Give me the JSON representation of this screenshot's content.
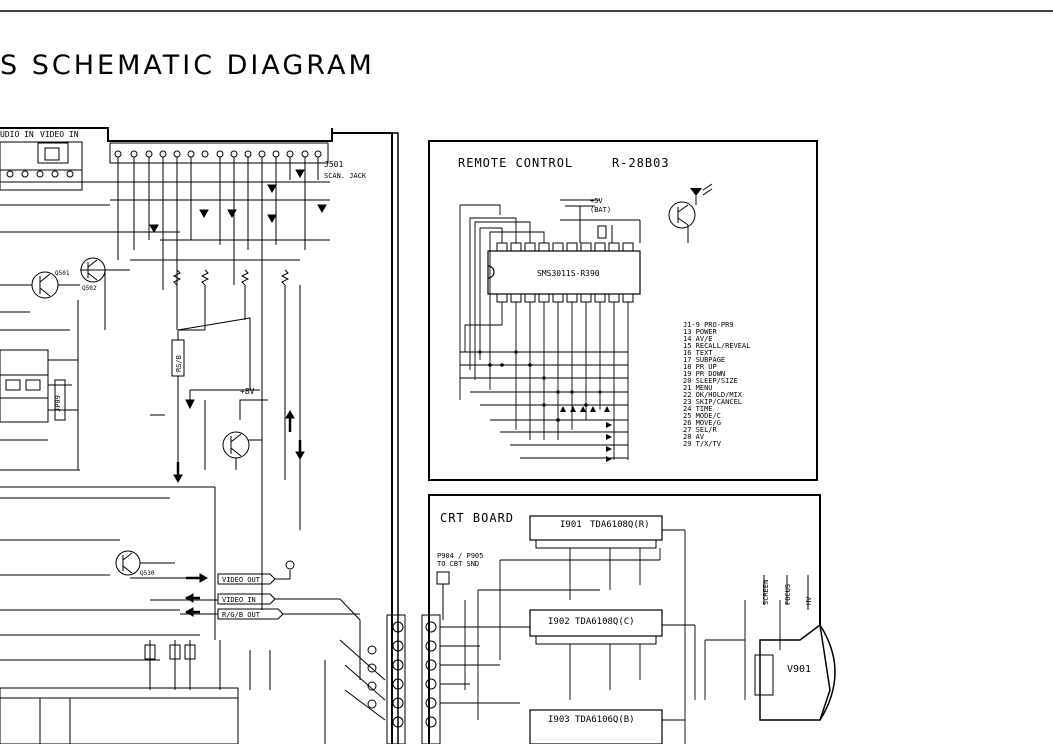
{
  "title": "S SCHEMATIC DIAGRAM",
  "left_labels": {
    "audio_in": "UDIO IN",
    "video_in": "VIDEO IN",
    "j501": "J501",
    "scart_jack": "SCAN. JACK",
    "ic_signal_1": "VIDEO OUT",
    "ic_signal_2": "VIDEO IN",
    "ic_signal_3": "R/G/B OUT",
    "plus8v": "+8V",
    "jp09": "JP09",
    "q_left": "Q501",
    "q_mid": "Q502",
    "q_lower": "Q530",
    "res_label": "RS/B"
  },
  "remote": {
    "title": "REMOTE CONTROL",
    "model": "R-28B03",
    "ic_label": "SMS3011S-R390",
    "supply": "+5V",
    "supply_sub": "(BAT)",
    "key_list": [
      "J1-9   PRO-PR9",
      "13     POWER",
      "14     AV/E",
      "15     RECALL/REVEAL",
      "16     TEXT",
      "17     SUBPAGE",
      "18     PR UP",
      "19     PR DOWN",
      "20     SLEEP/SIZE",
      "21     MENU",
      "22     OK/HOLD/MIX",
      "23     SKIP/CANCEL",
      "24     TIME",
      "25     MODE/C",
      "26     MOVE/G",
      "27     SEL/R",
      "28     AV",
      "29     T/X/TV"
    ]
  },
  "crt": {
    "title": "CRT BOARD",
    "ic1_ref": "I901",
    "ic1_part": "TDA6108Q(R)",
    "ic2_ref": "I902",
    "ic2_part": "TDA6108Q(C)",
    "ic3_ref": "I903",
    "ic3_part": "TDA6106Q(B)",
    "connector": "P904 / P905",
    "connector_sub": "TO CBT SND",
    "tube": "V901",
    "screen": "SCREEN",
    "focus": "FOCUS",
    "hv": "HV"
  }
}
